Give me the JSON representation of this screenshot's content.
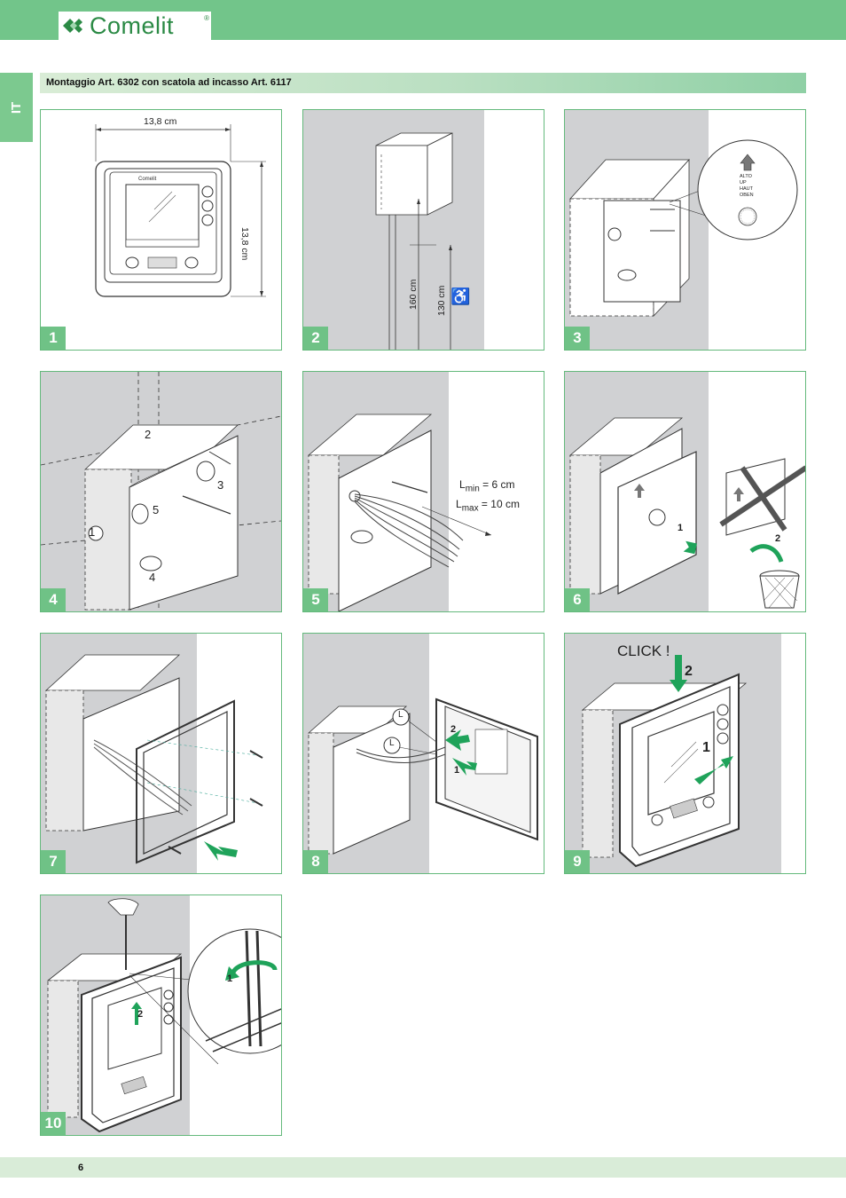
{
  "brand": {
    "name": "Comelit",
    "reg": "®"
  },
  "language_tab": "IT",
  "section_title": "Montaggio Art. 6302 con scatola ad incasso Art. 6117",
  "steps": [
    {
      "num": "1",
      "width_label": "13,8 cm",
      "height_label": "13,8 cm",
      "device_logo": "Comelit"
    },
    {
      "num": "2",
      "height_160": "160 cm",
      "height_130": "130 cm",
      "access_icon": "wheelchair-icon"
    },
    {
      "num": "3",
      "label_lines": [
        "ALTO",
        "UP",
        "HAUT",
        "OBEN"
      ]
    },
    {
      "num": "4",
      "knockouts": [
        "1",
        "2",
        "3",
        "4",
        "5"
      ]
    },
    {
      "num": "5",
      "lmin_prefix": "L",
      "lmin_sub": "min",
      "lmin_val": " = 6 cm",
      "lmax_prefix": "L",
      "lmax_sub": "max",
      "lmax_val": " = 10 cm"
    },
    {
      "num": "6",
      "sub1": "1",
      "sub2": "2"
    },
    {
      "num": "7"
    },
    {
      "num": "8",
      "wire_a": "L",
      "wire_b": "L",
      "sub1": "1",
      "sub2": "2"
    },
    {
      "num": "9",
      "click": "CLICK !",
      "sub1": "1",
      "sub2": "2"
    },
    {
      "num": "10",
      "sub1": "1",
      "sub2": "2"
    }
  ],
  "page_number": "6",
  "colors": {
    "brand_green": "#72c58a",
    "panel_border": "#64b97c",
    "arrow_green": "#1fa35a",
    "gray_bg": "#d0d1d3"
  }
}
